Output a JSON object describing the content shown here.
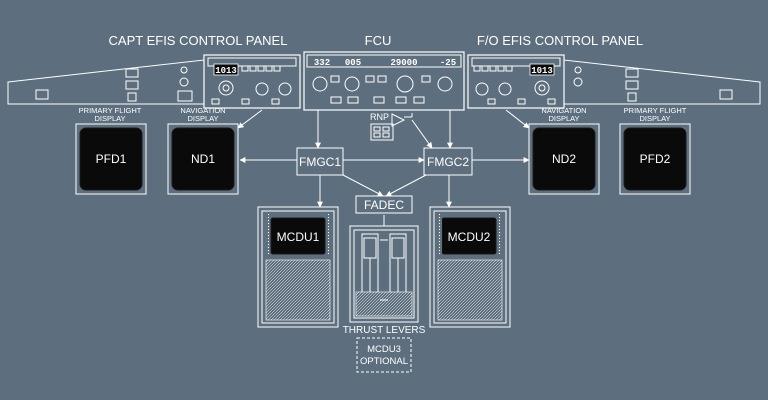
{
  "titles": {
    "capt_efis": "CAPT EFIS CONTROL PANEL",
    "fcu": "FCU",
    "fo_efis": "F/O EFIS CONTROL PANEL"
  },
  "fcu_display": {
    "spd": "332",
    "hdg": "005",
    "alt": "29000",
    "vs": "-25"
  },
  "efis_display": {
    "capt_baro": "1013",
    "fo_baro": "1013"
  },
  "displays": {
    "pfd1": {
      "caption": "PRIMARY FLIGHT DISPLAY",
      "screen": "PFD1"
    },
    "nd1": {
      "caption": "NAVIGATION DISPLAY",
      "screen": "ND1"
    },
    "nd2": {
      "caption": "NAVIGATION DISPLAY",
      "screen": "ND2"
    },
    "pfd2": {
      "caption": "PRIMARY FLIGHT DISPLAY",
      "screen": "PFD2"
    }
  },
  "boxes": {
    "fmgc1": "FMGC1",
    "fmgc2": "FMGC2",
    "fadec": "FADEC",
    "rnp": "RNP"
  },
  "mcdu": {
    "mcdu1": "MCDU1",
    "mcdu2": "MCDU2",
    "mcdu3_line1": "MCDU3",
    "mcdu3_line2": "OPTIONAL"
  },
  "thrust_levers": "THRUST LEVERS",
  "colors": {
    "background": "#5d6f7e",
    "line": "#ffffff",
    "screen": "#0a0a0a"
  }
}
